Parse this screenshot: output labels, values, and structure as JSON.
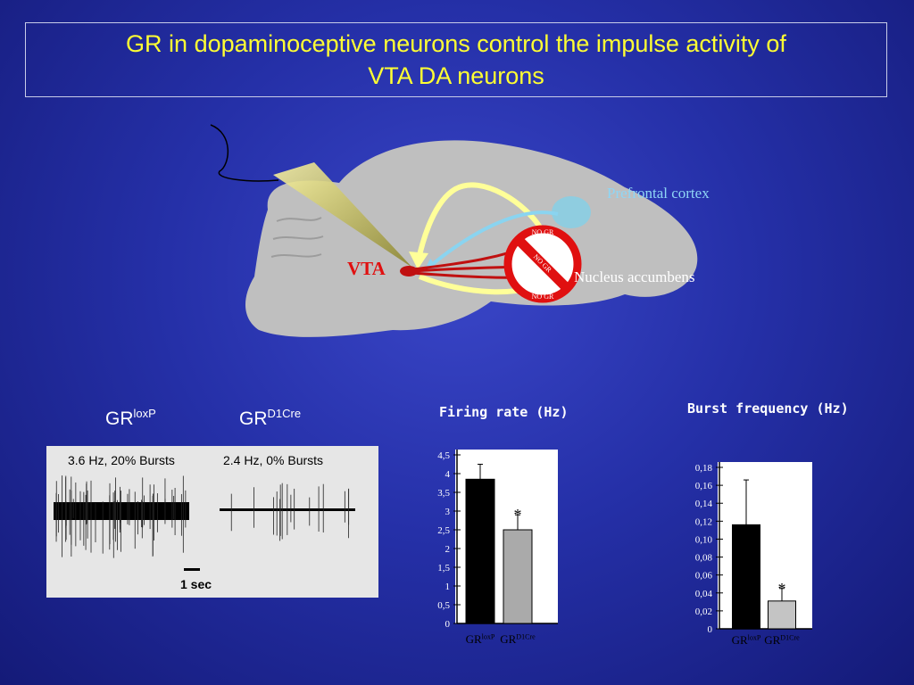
{
  "title": {
    "line1": "GR in dopaminoceptive neurons control the impulse activity of",
    "line2": "VTA DA neurons"
  },
  "diagram": {
    "vta_label": "VTA",
    "prefrontal_label": "Prefrontal cortex",
    "accumbens_label": "Nucleus accumbens",
    "no_gr_text": "NO GR"
  },
  "traces": {
    "left_label_main": "GR",
    "left_label_sup": "loxP",
    "right_label_main": "GR",
    "right_label_sup": "D1Cre",
    "left_caption": "3.6 Hz, 20% Bursts",
    "right_caption": "2.4 Hz, 0% Bursts",
    "scale_label": "1 sec"
  },
  "chart_data": [
    {
      "type": "bar",
      "title": "Firing rate (Hz)",
      "categories": [
        "GRloxP",
        "GRD1Cre"
      ],
      "category_main": [
        "GR",
        "GR"
      ],
      "category_sup": [
        "loxP",
        "D1Cre"
      ],
      "values": [
        3.85,
        2.5
      ],
      "error": [
        0.4,
        0.4
      ],
      "ylim": [
        0,
        4.5
      ],
      "ytick_labels": [
        "0",
        "0,5",
        "1",
        "1,5",
        "2",
        "2,5",
        "3",
        "3,5",
        "4",
        "4,5"
      ],
      "bar_colors": [
        "#000000",
        "#aaaaaa"
      ],
      "significance_marker": "*"
    },
    {
      "type": "bar",
      "title": "Burst frequency (Hz)",
      "categories": [
        "GRloxP",
        "GRD1Cre"
      ],
      "category_main": [
        "GR",
        "GR"
      ],
      "category_sup": [
        "loxP",
        "D1Cre"
      ],
      "values": [
        0.116,
        0.031
      ],
      "error": [
        0.05,
        0.014
      ],
      "ylim": [
        0,
        0.18
      ],
      "ytick_labels": [
        "0",
        "0,02",
        "0,04",
        "0,06",
        "0,08",
        "0,10",
        "0,12",
        "0,14",
        "0,16",
        "0,18"
      ],
      "bar_colors": [
        "#000000",
        "#c4c4c4"
      ],
      "significance_marker": "*"
    }
  ]
}
